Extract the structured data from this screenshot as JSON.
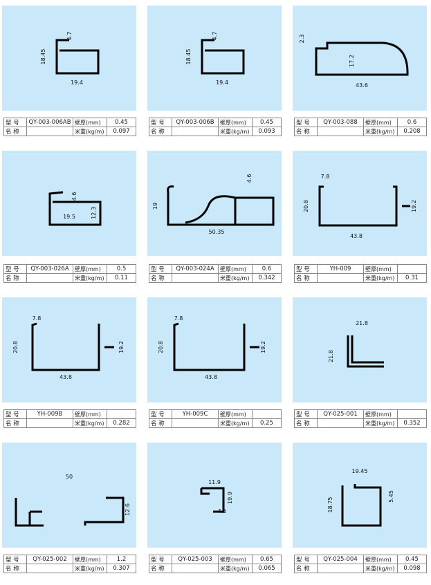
{
  "labels": {
    "model": "型 号",
    "name": "名 称",
    "wall": "壁厚(mm)",
    "weight": "米重(kg/m)"
  },
  "cards": [
    {
      "model": "QY-003-006AB",
      "name": "",
      "wall": "0.45",
      "weight": "0.097",
      "dims": [
        "18.45",
        "4.7",
        "19.4"
      ]
    },
    {
      "model": "QY-003-006B",
      "name": "",
      "wall": "0.45",
      "weight": "0.093",
      "dims": [
        "18.45",
        "4.7",
        "19.4"
      ]
    },
    {
      "model": "QY-003-088",
      "name": "",
      "wall": "0.6",
      "weight": "0.208",
      "dims": [
        "2.3",
        "17.2",
        "43.6"
      ]
    },
    {
      "model": "QY-003-026A",
      "name": "",
      "wall": "0.5",
      "weight": "0.11",
      "dims": [
        "4.6",
        "19.5",
        "12.3"
      ]
    },
    {
      "model": "QY-003-024A",
      "name": "",
      "wall": "0.6",
      "weight": "0.342",
      "dims": [
        "19",
        "50.35",
        "4.6"
      ]
    },
    {
      "model": "YH-009",
      "name": "",
      "wall": "",
      "weight": "0.31",
      "dims": [
        "7.8",
        "20.8",
        "19.2",
        "43.8"
      ]
    },
    {
      "model": "YH-009B",
      "name": "",
      "wall": "",
      "weight": "0.282",
      "dims": [
        "7.8",
        "20.8",
        "19.2",
        "43.8"
      ]
    },
    {
      "model": "YH-009C",
      "name": "",
      "wall": "",
      "weight": "0.25",
      "dims": [
        "7.8",
        "20.8",
        "19.2",
        "43.8"
      ]
    },
    {
      "model": "QY-025-001",
      "name": "",
      "wall": "",
      "weight": "0.352",
      "dims": [
        "21.8",
        "21.8"
      ]
    },
    {
      "model": "QY-025-002",
      "name": "",
      "wall": "1.2",
      "weight": "0.307",
      "dims": [
        "50",
        "12.6"
      ]
    },
    {
      "model": "QY-025-003",
      "name": "",
      "wall": "0.65",
      "weight": "0.065",
      "dims": [
        "11.9",
        "19.9",
        "4.5"
      ]
    },
    {
      "model": "QY-025-004",
      "name": "",
      "wall": "0.45",
      "weight": "0.098",
      "dims": [
        "19.45",
        "5.45",
        "18.75"
      ]
    }
  ]
}
